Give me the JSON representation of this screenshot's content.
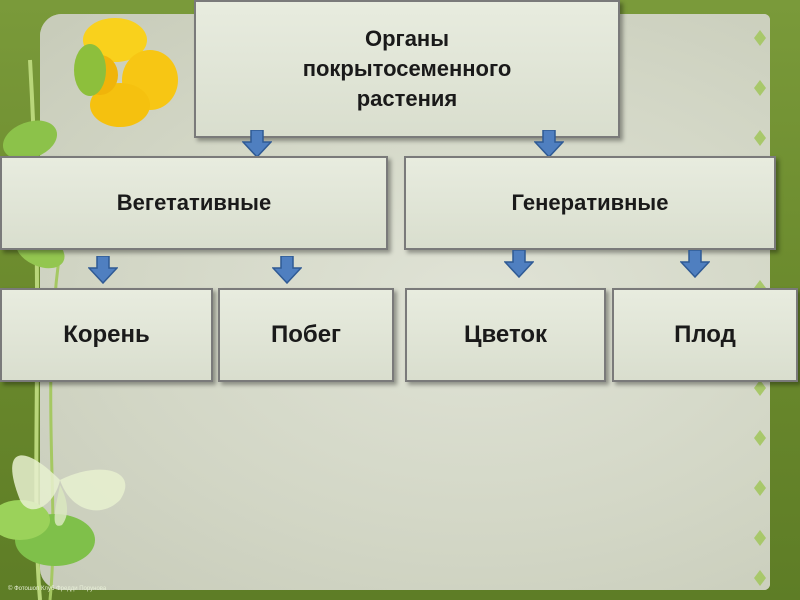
{
  "diagram": {
    "root": {
      "lines": [
        "Органы",
        "покрытосеменного",
        "растения"
      ]
    },
    "categories": [
      {
        "label": "Вегетативные"
      },
      {
        "label": "Генеративные"
      }
    ],
    "leaves": [
      {
        "label": "Корень"
      },
      {
        "label": "Побег"
      },
      {
        "label": "Цветок"
      },
      {
        "label": "Плод"
      }
    ]
  },
  "footer": {
    "copyright": "© Фотошоп Клуб Фредди Порунова"
  },
  "colors": {
    "arrow_fill": "#4f7fc0",
    "arrow_stroke": "#2f5a94",
    "box_border": "#7a7a7a",
    "background_green": "#6b8a2d"
  }
}
